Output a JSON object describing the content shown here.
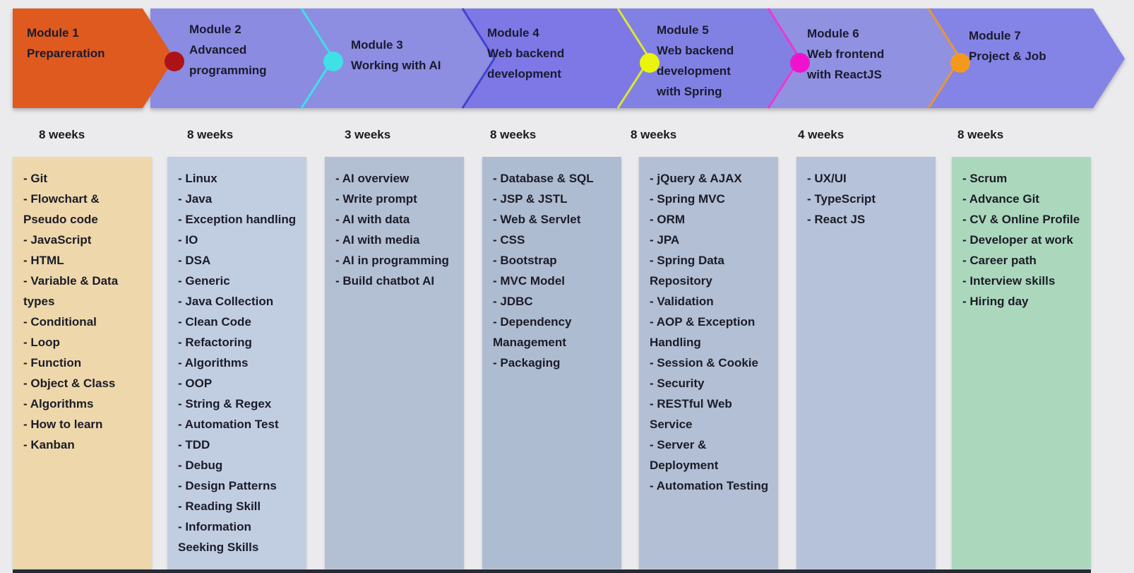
{
  "page": {
    "background": "#ebebed",
    "bottom_bar_color": "#262b36"
  },
  "modules": [
    {
      "name": "Module 1",
      "title_lines": [
        "Prepareration"
      ],
      "duration": "8 weeks",
      "arrow_color": "#de5a1e",
      "column_color": "#eed8ab",
      "topics": [
        "- Git",
        "- Flowchart & Pseudo code",
        "- JavaScript",
        "- HTML",
        "- Variable & Data types",
        "- Conditional",
        "- Loop",
        "- Function",
        "- Object & Class",
        "- Algorithms",
        "- How to learn",
        "- Kanban"
      ]
    },
    {
      "name": "Module 2",
      "title_lines": [
        "Advanced",
        "programming"
      ],
      "duration": "8 weeks",
      "arrow_color": "#8b8be2",
      "column_color": "#c1cee2",
      "topics": [
        "- Linux",
        "- Java",
        "- Exception handling",
        "- IO",
        "- DSA",
        "- Generic",
        "- Java Collection",
        "- Clean Code",
        "- Refactoring",
        "- Algorithms",
        "- OOP",
        "- String & Regex",
        "- Automation Test",
        "- TDD",
        "- Debug",
        "- Design Patterns",
        "- Reading Skill",
        "- Information Seeking Skills"
      ]
    },
    {
      "name": "Module 3",
      "title_lines": [
        "Working with AI"
      ],
      "duration": "3 weeks",
      "arrow_color": "#8d8de1",
      "column_color": "#b3c0d4",
      "topics": [
        "- AI overview",
        "- Write prompt",
        "- AI with data",
        "- AI with media",
        "- AI in programming",
        "- Build chatbot AI"
      ]
    },
    {
      "name": "Module 4",
      "title_lines": [
        "Web backend",
        "development"
      ],
      "duration": "8 weeks",
      "arrow_color": "#7d78e6",
      "column_color": "#aebcd1",
      "topics": [
        "- Database & SQL",
        "- JSP & JSTL",
        "- Web & Servlet",
        "- CSS",
        "- Bootstrap",
        "- MVC Model",
        "- JDBC",
        "- Dependency Management",
        "- Packaging"
      ]
    },
    {
      "name": "Module 5",
      "title_lines": [
        "Web backend",
        "development",
        "with Spring"
      ],
      "duration": "8 weeks",
      "arrow_color": "#8181e4",
      "column_color": "#b2bfd4",
      "topics": [
        "- jQuery & AJAX",
        "- Spring MVC",
        "- ORM",
        "- JPA",
        "- Spring Data Repository",
        "- Validation",
        "- AOP & Exception Handling",
        "- Session & Cookie",
        "- Security",
        "- RESTful Web Service",
        "- Server & Deployment",
        "- Automation Testing"
      ]
    },
    {
      "name": "Module 6",
      "title_lines": [
        "Web frontend",
        "with ReactJS"
      ],
      "duration": "4 weeks",
      "arrow_color": "#9191e2",
      "column_color": "#b6c2d9",
      "topics": [
        "- UX/UI",
        "- TypeScript",
        "- React JS"
      ]
    },
    {
      "name": "Module 7",
      "title_lines": [
        "Project & Job"
      ],
      "duration": "8 weeks",
      "arrow_color": "#8484e6",
      "column_color": "#abd8bc",
      "topics": [
        "- Scrum",
        "- Advance Git",
        "- CV & Online Profile",
        "- Developer at work",
        "- Career path",
        "- Interview skills",
        "- Hiring day"
      ]
    }
  ],
  "boundaries": [
    {
      "name": "module1-module2",
      "line_color": null,
      "dot_color": "#ad1216"
    },
    {
      "name": "module2-module3",
      "line_color": "#3fe0e6",
      "dot_color": "#3fe0e6"
    },
    {
      "name": "module3-module4",
      "line_color": "#4343cf",
      "dot_color": null
    },
    {
      "name": "module4-module5",
      "line_color": "#dde82e",
      "dot_color": "#e9f50a"
    },
    {
      "name": "module5-module6",
      "line_color": "#e93ad2",
      "dot_color": "#f013ce"
    },
    {
      "name": "module6-module7",
      "line_color": "#e8953a",
      "dot_color": "#f5991d"
    }
  ]
}
